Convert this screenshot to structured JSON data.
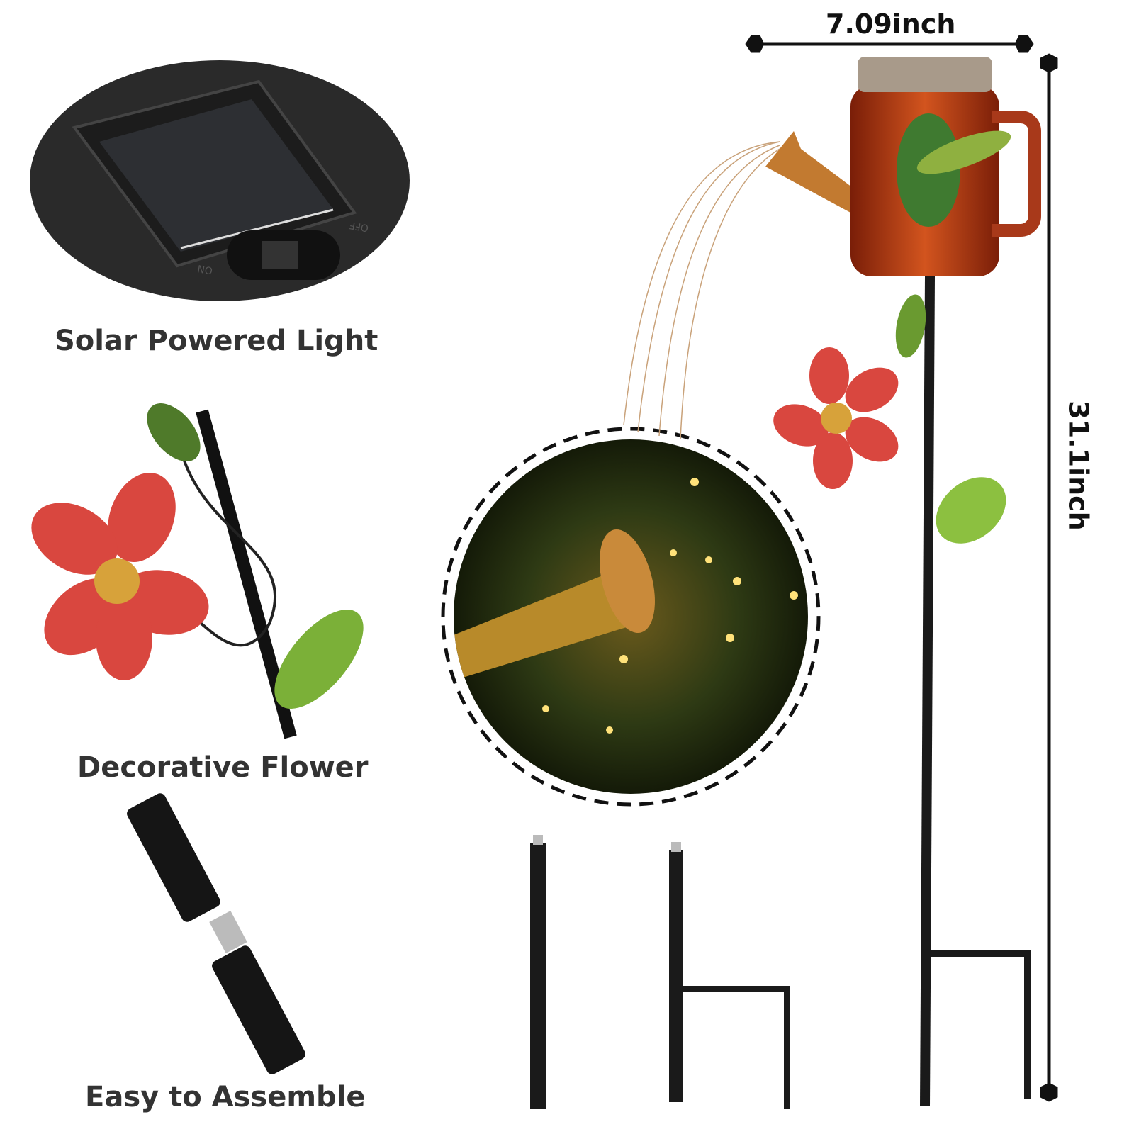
{
  "captions": {
    "solar": "Solar Powered Light",
    "flower": "Decorative Flower",
    "assemble": "Easy to Assemble"
  },
  "dimensions": {
    "width": "7.09inch",
    "height": "31.1inch"
  },
  "switch_labels": {
    "on": "ON",
    "off": "OFF"
  },
  "colors": {
    "text": "#333333",
    "jar": "#b8401c",
    "flower": "#d9473f",
    "leaf": "#6aa832",
    "stake": "#1a1a1a",
    "glow": "#f6c548"
  }
}
